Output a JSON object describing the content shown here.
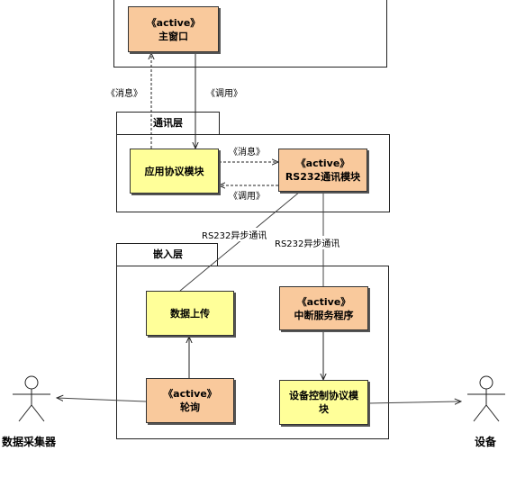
{
  "main_window": {
    "stereotype": "《active》",
    "name": "主窗口"
  },
  "comm_layer": {
    "title": "通讯层",
    "app_protocol": "应用协议模块",
    "rs232_module": {
      "stereotype": "《active》",
      "name": "RS232通讯模块"
    }
  },
  "embedded_layer": {
    "title": "嵌入层",
    "data_upload": "数据上传",
    "isr": {
      "stereotype": "《active》",
      "name": "中断服务程序"
    },
    "polling": {
      "stereotype": "《active》",
      "name": "轮询"
    },
    "device_control": "设备控制协议模块"
  },
  "labels": {
    "message": "《消息》",
    "call": "《调用》",
    "rs232_async_1": "RS232异步通讯",
    "rs232_async_2": "RS232异步通讯"
  },
  "actors": {
    "collector": "数据采集器",
    "device": "设备"
  }
}
